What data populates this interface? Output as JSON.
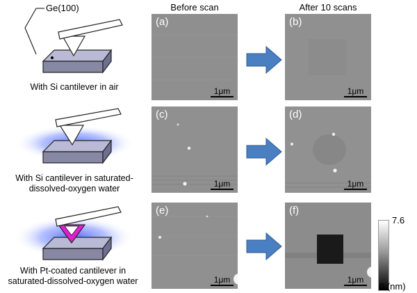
{
  "columns": {
    "before": "Before scan",
    "after": "After 10 scans"
  },
  "sample_label": "Ge(100)",
  "rows": [
    {
      "caption_lines": [
        "With Si cantilever in air"
      ]
    },
    {
      "caption_lines": [
        "With Si cantilever in saturated-",
        "dissolved-oxygen water"
      ]
    },
    {
      "caption_lines": [
        "With Pt-coated cantilever in",
        "saturated-dissolved-oxygen water"
      ]
    }
  ],
  "panels": [
    {
      "label": "(a)",
      "scale": "1μm"
    },
    {
      "label": "(b)",
      "scale": "1μm"
    },
    {
      "label": "(c)",
      "scale": "1μm"
    },
    {
      "label": "(d)",
      "scale": "1μm"
    },
    {
      "label": "(e)",
      "scale": "1μm"
    },
    {
      "label": "(f)",
      "scale": "1μm"
    }
  ],
  "colorbar": {
    "max": "7.6",
    "min": "0 (nm)"
  },
  "colors": {
    "arrow": "#4a7fc1",
    "block_top": "#b9bbd6",
    "cantilever_pt": "#e020d0",
    "water_glow": "#3f5cff"
  }
}
